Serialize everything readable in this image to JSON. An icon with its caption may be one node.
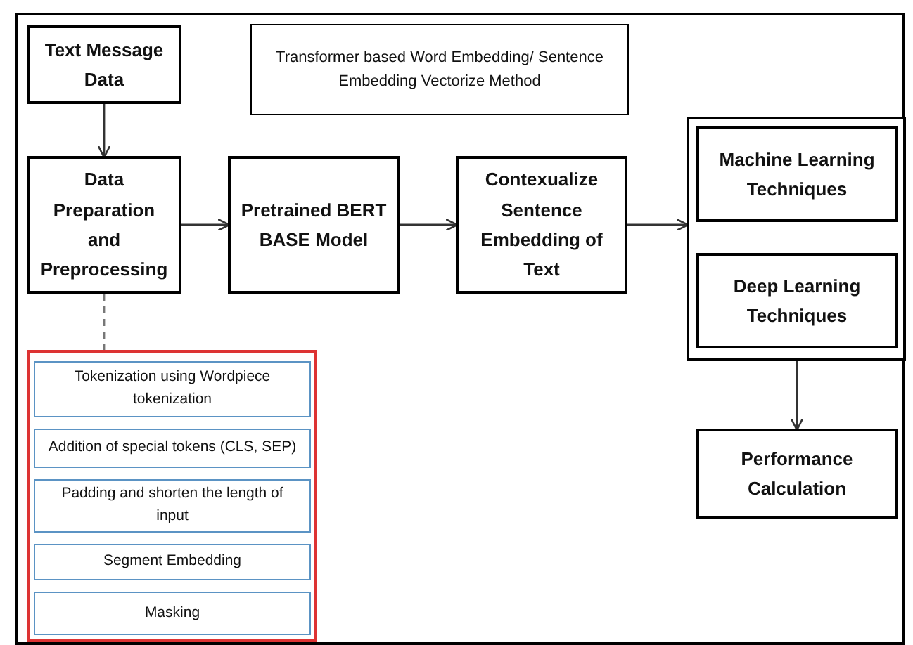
{
  "diagram": {
    "nodes": [
      {
        "text": [
          "Text Message Data"
        ]
      },
      {
        "text": [
          "Transformer based Word Embedding/ Sentence Embedding Vectorize Method"
        ]
      },
      {
        "text": [
          "Data Preparation and Preprocessing"
        ]
      },
      {
        "text": [
          "Pretrained BERT BASE Model"
        ]
      },
      {
        "text": [
          "Contexualize Sentence Embedding of Text"
        ]
      },
      {
        "text": [],
        "shape": "box"
      },
      {
        "text": [
          "Machine Learning Techniques"
        ],
        "in": 5
      },
      {
        "text": [
          "Deep Learning Techniques"
        ],
        "in": 5
      },
      {
        "text": [
          "Performance Calculation"
        ]
      },
      {
        "text": [],
        "shape": "box"
      },
      {
        "text": [
          "Tokenization using Wordpiece tokenization"
        ],
        "in": 9
      },
      {
        "text": [
          "Addition of special tokens (CLS, SEP)"
        ],
        "in": 9
      },
      {
        "text": [
          "Padding and shorten the length of input"
        ],
        "in": 9
      },
      {
        "text": [
          "Segment Embedding"
        ],
        "in": 9
      },
      {
        "text": [
          "Masking"
        ],
        "in": 9
      }
    ],
    "edges": [
      {
        "from": 0,
        "to": 2,
        "arrow": "to"
      },
      {
        "from": 2,
        "to": 3,
        "arrow": "to"
      },
      {
        "from": 3,
        "to": 4,
        "arrow": "to"
      },
      {
        "from": 4,
        "to": 5,
        "arrow": "to"
      },
      {
        "from": 5,
        "to": 8,
        "arrow": "to"
      },
      {
        "from": 2,
        "to": 9,
        "arrow": "none",
        "style": "dashed",
        "color": "#777777"
      }
    ]
  }
}
